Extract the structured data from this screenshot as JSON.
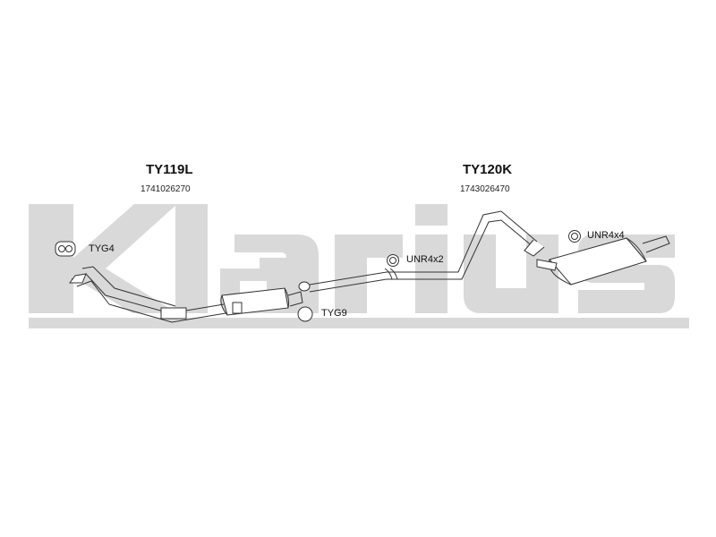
{
  "watermark": {
    "text": "Klarius",
    "color": "#d9d9d9"
  },
  "parts": [
    {
      "code": "TY119L",
      "number": "1741026270"
    },
    {
      "code": "TY120K",
      "number": "1743026470"
    }
  ],
  "fittings": [
    {
      "label": "TYG4",
      "icon": "gasket-icon"
    },
    {
      "label": "TYG9",
      "icon": "ring-gasket-icon"
    },
    {
      "label": "UNR4x2",
      "icon": "rubber-mount-icon"
    },
    {
      "label": "UNR4x4",
      "icon": "rubber-mount-icon"
    }
  ]
}
